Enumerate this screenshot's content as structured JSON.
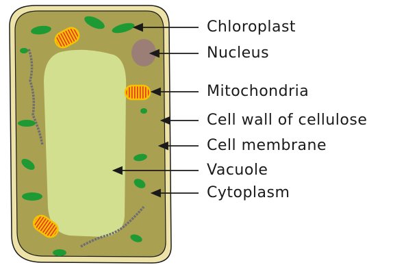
{
  "diagram": {
    "labels": [
      {
        "id": "chloroplast",
        "text": "Chloroplast"
      },
      {
        "id": "nucleus",
        "text": "Nucleus"
      },
      {
        "id": "mitochondria",
        "text": "Mitochondria"
      },
      {
        "id": "cell-wall",
        "text": "Cell wall of cellulose"
      },
      {
        "id": "cell-membrane",
        "text": "Cell membrane"
      },
      {
        "id": "vacuole",
        "text": "Vacuole"
      },
      {
        "id": "cytoplasm",
        "text": "Cytoplasm"
      }
    ],
    "colors": {
      "cell_wall": "#ede2a8",
      "cytoplasm": "#a9a052",
      "vacuole": "#d2df8f",
      "chloroplast": "#1e9a34",
      "nucleus": "#9b7f76",
      "mitochondria_fill": "#f7c300",
      "mitochondria_stripes": "#e8302a",
      "er": "#6e6e6e",
      "outline": "#1a1a1a"
    }
  }
}
